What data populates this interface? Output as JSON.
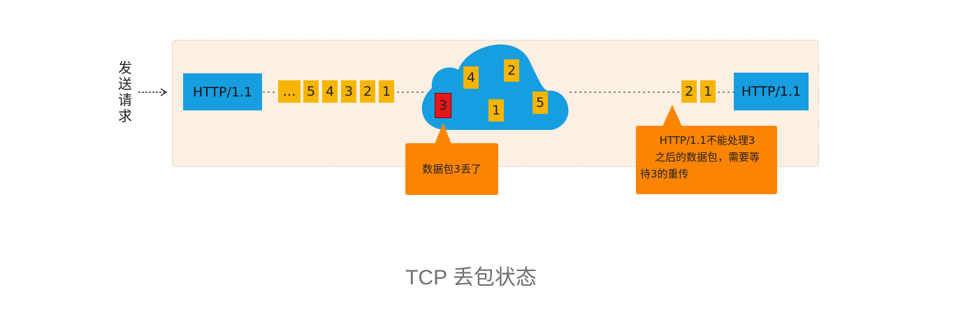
{
  "diagram": {
    "sender_label": "发送请求",
    "left_endpoint": "HTTP/1.1",
    "right_endpoint": "HTTP/1.1",
    "queue": [
      "…",
      "5",
      "4",
      "3",
      "2",
      "1"
    ],
    "cloud_packets": [
      "4",
      "2",
      "3",
      "1",
      "5"
    ],
    "lost_packet": "3",
    "received": [
      "2",
      "1"
    ],
    "callout_lost": "数据包3丢了",
    "callout_blocked_lines": [
      "HTTP/1.1不能处理3",
      "之后的数据包，需要等",
      "待3的重传"
    ],
    "caption": "TCP 丢包状态"
  },
  "colors": {
    "panel_bg": "#fdefe1",
    "endpoint_blue": "#169ee0",
    "packet_yellow": "#f7b500",
    "lost_red": "#e8161b",
    "callout_orange": "#fb8500",
    "cloud_blue": "#169ee0"
  }
}
